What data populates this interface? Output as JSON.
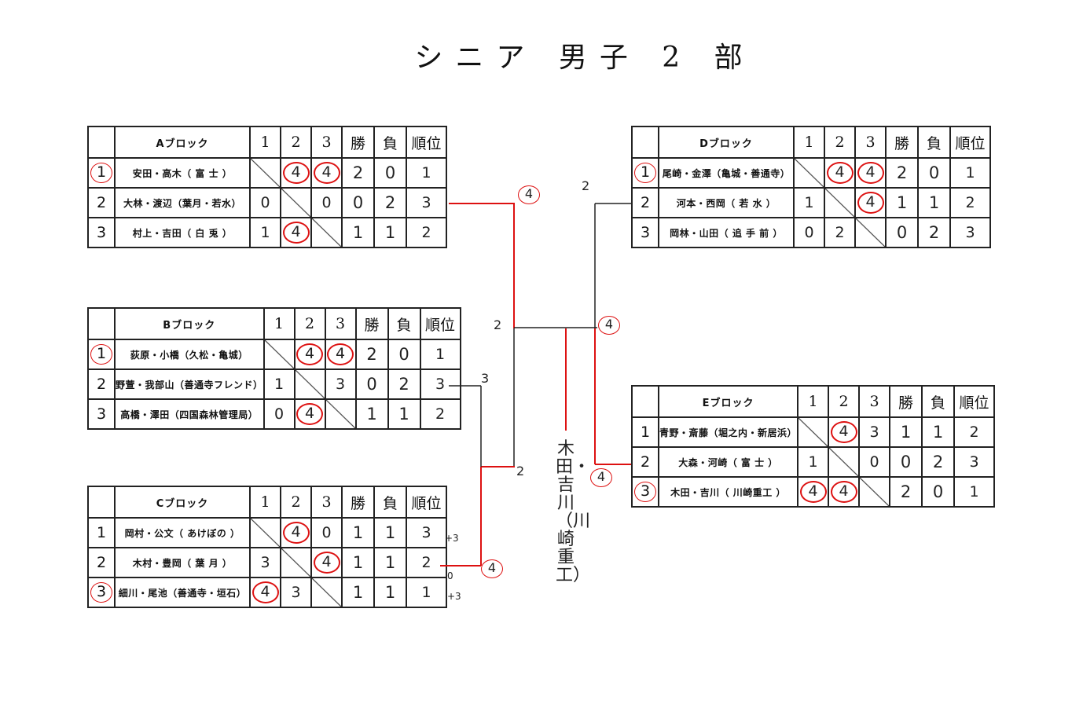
{
  "title": "シニア 男子 2 部",
  "headers": {
    "c1": "1",
    "c2": "2",
    "c3": "3",
    "win": "勝",
    "lose": "負",
    "rank": "順位"
  },
  "blocks": {
    "A": {
      "name": "Aブロック",
      "rows": [
        {
          "rank": "1",
          "team": "安田・高木（ 富 士 ）",
          "r1": "",
          "r2": "4",
          "r3": "4",
          "w": "2",
          "l": "0",
          "pos": "1"
        },
        {
          "rank": "2",
          "team": "大林・渡辺（葉月・若水）",
          "r1": "0",
          "r2": "",
          "r3": "0",
          "w": "0",
          "l": "2",
          "pos": "3"
        },
        {
          "rank": "3",
          "team": "村上・吉田（ 白 兎 ）",
          "r1": "1",
          "r2": "4",
          "r3": "",
          "w": "1",
          "l": "1",
          "pos": "2"
        }
      ]
    },
    "B": {
      "name": "Bブロック",
      "rows": [
        {
          "rank": "1",
          "team": "荻原・小橋（久松・亀城）",
          "r1": "",
          "r2": "4",
          "r3": "4",
          "w": "2",
          "l": "0",
          "pos": "1"
        },
        {
          "rank": "2",
          "team": "野萱・我部山（善通寺フレンド）",
          "r1": "1",
          "r2": "",
          "r3": "3",
          "w": "0",
          "l": "2",
          "pos": "3"
        },
        {
          "rank": "3",
          "team": "高橋・澤田（四国森林管理局）",
          "r1": "0",
          "r2": "4",
          "r3": "",
          "w": "1",
          "l": "1",
          "pos": "2"
        }
      ]
    },
    "C": {
      "name": "Cブロック",
      "rows": [
        {
          "rank": "1",
          "team": "岡村・公文（ あけぼの ）",
          "r1": "",
          "r2": "4",
          "r3": "0",
          "w": "1",
          "l": "1",
          "pos": "3"
        },
        {
          "rank": "2",
          "team": "木村・豊岡（ 葉 月 ）",
          "r1": "3",
          "r2": "",
          "r3": "4",
          "w": "1",
          "l": "1",
          "pos": "2"
        },
        {
          "rank": "3",
          "team": "細川・尾池（善通寺・垣石）",
          "r1": "4",
          "r2": "3",
          "r3": "",
          "w": "1",
          "l": "1",
          "pos": "1"
        }
      ]
    },
    "D": {
      "name": "Dブロック",
      "rows": [
        {
          "rank": "1",
          "team": "尾崎・金澤（亀城・善通寺）",
          "r1": "",
          "r2": "4",
          "r3": "4",
          "w": "2",
          "l": "0",
          "pos": "1"
        },
        {
          "rank": "2",
          "team": "河本・西岡（ 若 水 ）",
          "r1": "1",
          "r2": "",
          "r3": "4",
          "w": "1",
          "l": "1",
          "pos": "2"
        },
        {
          "rank": "3",
          "team": "岡林・山田（ 追 手 前 ）",
          "r1": "0",
          "r2": "2",
          "r3": "",
          "w": "0",
          "l": "2",
          "pos": "3"
        }
      ]
    },
    "E": {
      "name": "Eブロック",
      "rows": [
        {
          "rank": "1",
          "team": "青野・斎藤（堀之内・新居浜）",
          "r1": "",
          "r2": "4",
          "r3": "3",
          "w": "1",
          "l": "1",
          "pos": "2"
        },
        {
          "rank": "2",
          "team": "大森・河崎（ 富 士 ）",
          "r1": "1",
          "r2": "",
          "r3": "0",
          "w": "0",
          "l": "2",
          "pos": "3"
        },
        {
          "rank": "3",
          "team": "木田・吉川（ 川崎重工 ）",
          "r1": "4",
          "r2": "4",
          "r3": "",
          "w": "2",
          "l": "0",
          "pos": "1"
        }
      ]
    }
  },
  "bracket_scores": {
    "a_final": "4",
    "b_final": "2",
    "bc_b": "3",
    "bc_c": "2",
    "c_final": "4",
    "d_top": "2",
    "d_final": "4",
    "e_final": "4",
    "c_tie1": "+3",
    "c_tie2": "0",
    "c_tie3": "+3"
  },
  "champion": "木田・吉川（川崎重工）"
}
